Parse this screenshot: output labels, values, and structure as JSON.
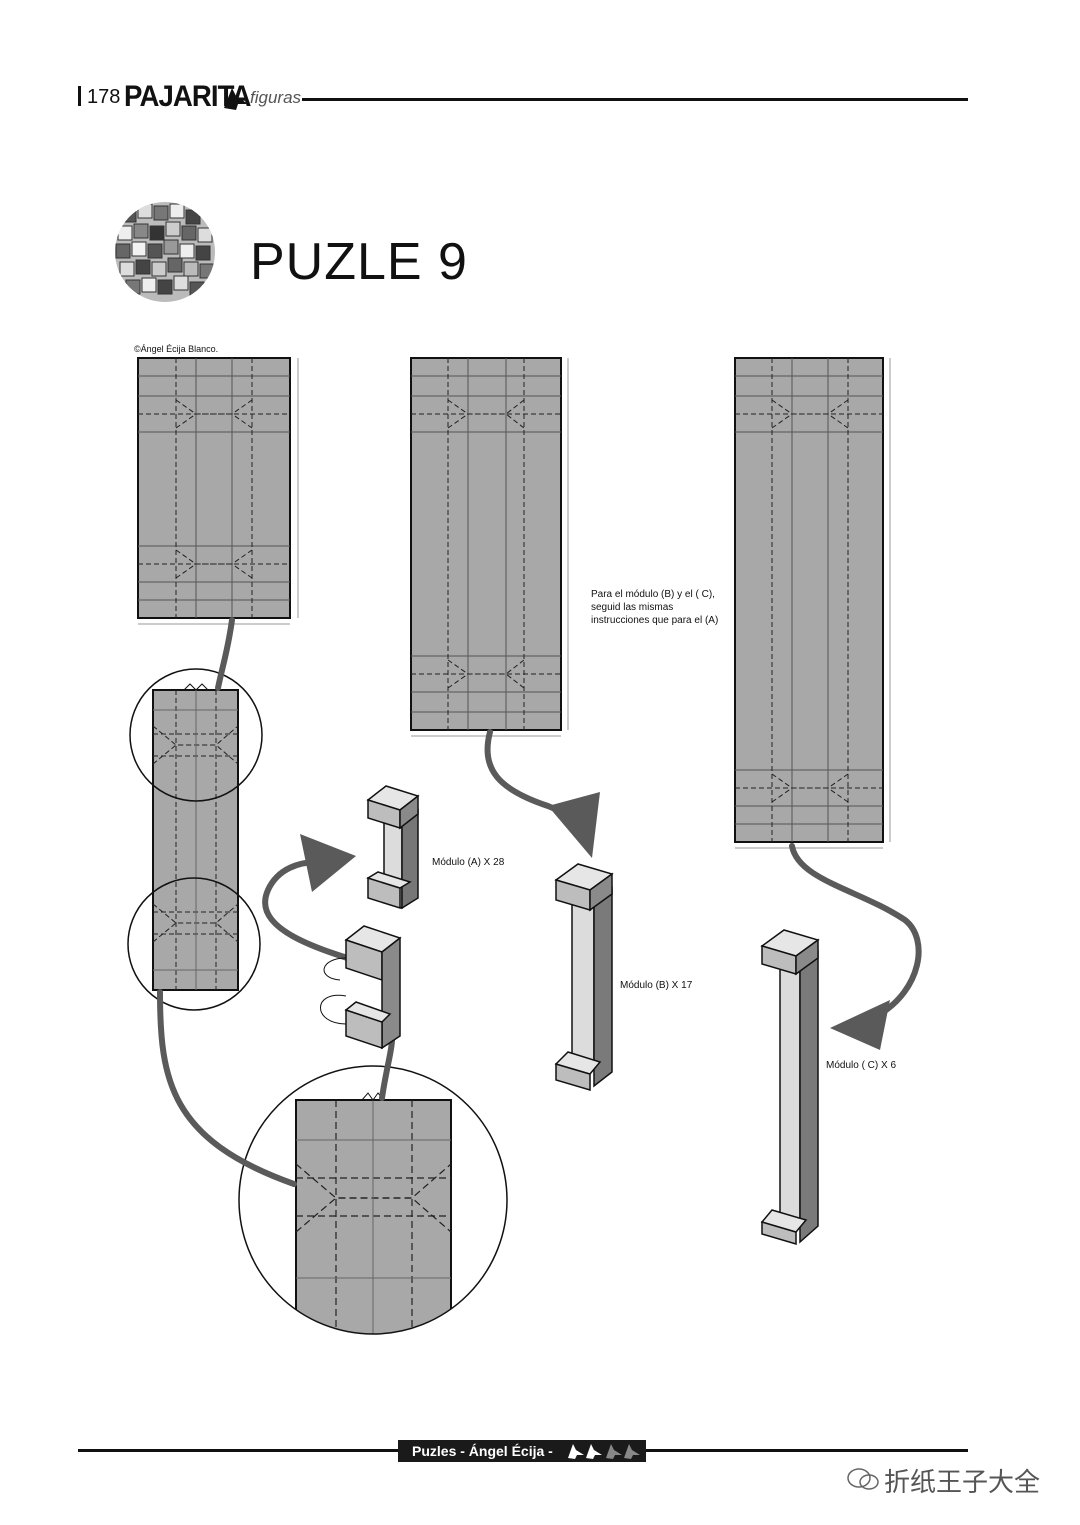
{
  "header": {
    "page_number": "178",
    "magazine": "PAJARITA",
    "section": "figuras"
  },
  "title": "PUZLE 9",
  "credit": "©Ángel Écija Blanco.",
  "note": "Para el módulo (B) y el ( C), seguid las mismas instrucciones que para el (A)",
  "modules": {
    "a": "Módulo (A) X 28",
    "b": "Módulo (B) X 17",
    "c": "Módulo ( C) X 6"
  },
  "footer": {
    "text": "Puzles - Ángel Écija -"
  },
  "watermark": "折纸王子大全",
  "colors": {
    "paper_gray": "#a8a8a8",
    "ink": "#111111",
    "arrow": "#5a5a5a"
  }
}
